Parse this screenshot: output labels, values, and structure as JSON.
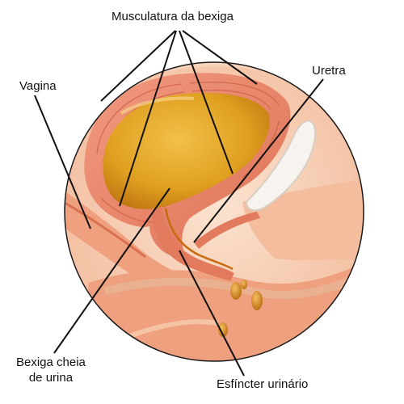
{
  "labels": {
    "musculatura": "Musculatura da bexiga",
    "uretra": "Uretra",
    "vagina": "Vagina",
    "bexiga_line1": "Bexiga cheia",
    "bexiga_line2": "de urina",
    "esfincter": "Esfíncter urinário"
  },
  "colors": {
    "background": "#ffffff",
    "tissue_light": "#f6c6a6",
    "tissue_mid": "#eea07f",
    "tissue_dark": "#d9704f",
    "bladder_wall": "#e8826a",
    "urine": "#e0a020",
    "urine_dark": "#c07d10",
    "droplet": "#d5871a",
    "leader_line": "#111111"
  }
}
